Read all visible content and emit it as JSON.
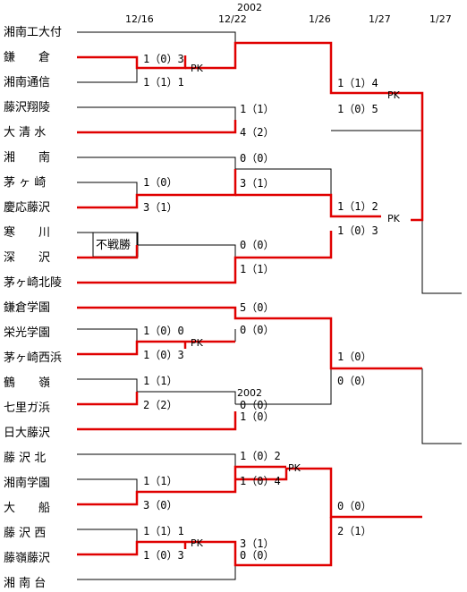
{
  "header": {
    "year_top": "2002",
    "year_mid": "2002",
    "dates": [
      "12/16",
      "12/22",
      "1/26",
      "1/27",
      "1/27"
    ]
  },
  "teams": [
    "湘南工大付",
    "鎌　　倉",
    "湘南通信",
    "藤沢翔陵",
    "大 清 水",
    "湘　　南",
    "茅 ヶ 崎",
    "慶応藤沢",
    "寒　　川",
    "深　　沢",
    "茅ヶ崎北陵",
    "鎌倉学園",
    "栄光学園",
    "茅ヶ崎西浜",
    "鶴　　嶺",
    "七里ガ浜",
    "日大藤沢",
    "藤 沢 北",
    "湘南学園",
    "大　　船",
    "藤 沢 西",
    "藤嶺藤沢",
    "湘 南 台"
  ],
  "scores": {
    "r1_kamakura": "1（0）3",
    "r1_kamakura_pk": "PK",
    "r1_tsushin": "1（1）1",
    "r2_shoryo": "1（1）",
    "r2_oshimizu": "4（2）",
    "r1_chigasaki": "1（0）",
    "r1_keio": "3（1）",
    "r2_shonan": "0（0）",
    "r2_keio": "3（1）",
    "fusenpai": "不戦勝",
    "r2_fukasawa": "0（0）",
    "r2_hokuryo": "1（1）",
    "r3_oshimizu": "1（1）4",
    "r3_pk1": "PK",
    "r3_keio": "1（0）5",
    "r3_keio_b": "1（1）2",
    "r3_pk2": "PK",
    "r3_hokuryo": "1（0）3",
    "r2_kamagaku": "5（0）",
    "r2_eiko": "0（0）",
    "r1_eiko": "1（0）0",
    "r1_eiko_pk": "PK",
    "r1_nishihama": "1（0）3",
    "r1_tsurumine": "1（1）",
    "r1_shichiri": "2（2）",
    "r2_shichiri": "0（0）",
    "r2_nichidai": "1（0）",
    "r3_kamagaku": "1（0）",
    "r3_nichidai": "0（0）",
    "r2_fujikita": "1（0）2",
    "r2_pk_fk": "PK",
    "r2_shogaku": "1（0）4",
    "r1_shogaku": "1（1）",
    "r1_ofuna": "3（0）",
    "r1_fujinishi": "1（1）1",
    "r1_fuji_pk": "PK",
    "r1_torei": "1（0）3",
    "r2_torei": "3（1）",
    "r2_shonandai": "0（0）",
    "r3_fujikita": "0（0）",
    "r3_torei": "2（1）"
  }
}
